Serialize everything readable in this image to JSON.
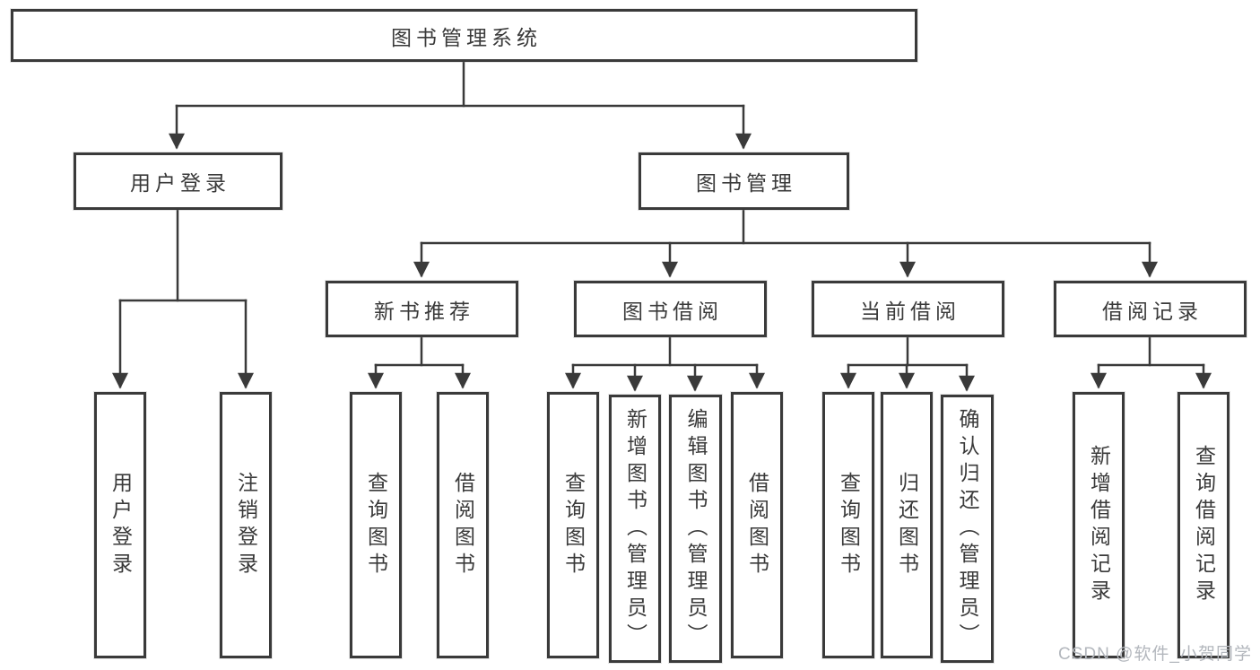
{
  "title": "图书管理系统",
  "level2": [
    {
      "label": "用户登录"
    },
    {
      "label": "图书管理"
    }
  ],
  "level3": [
    {
      "label": "新书推荐"
    },
    {
      "label": "图书借阅"
    },
    {
      "label": "当前借阅"
    },
    {
      "label": "借阅记录"
    }
  ],
  "leaves": {
    "login": [
      "用户登录",
      "注销登录"
    ],
    "new_books": [
      "查询图书",
      "借阅图书"
    ],
    "borrow": [
      "查询图书",
      "新增图书（管理员）",
      "编辑图书（管理员）",
      "借阅图书"
    ],
    "current": [
      "查询图书",
      "归还图书",
      "确认归还（管理员）"
    ],
    "records": [
      "新增借阅记录",
      "查询借阅记录"
    ]
  },
  "watermark": "CSDN @软件_小贺同学",
  "colors": {
    "line": "#3a3a3a",
    "text": "#3a3a3a",
    "watermark": "#b3b7bd",
    "background": "#ffffff"
  }
}
